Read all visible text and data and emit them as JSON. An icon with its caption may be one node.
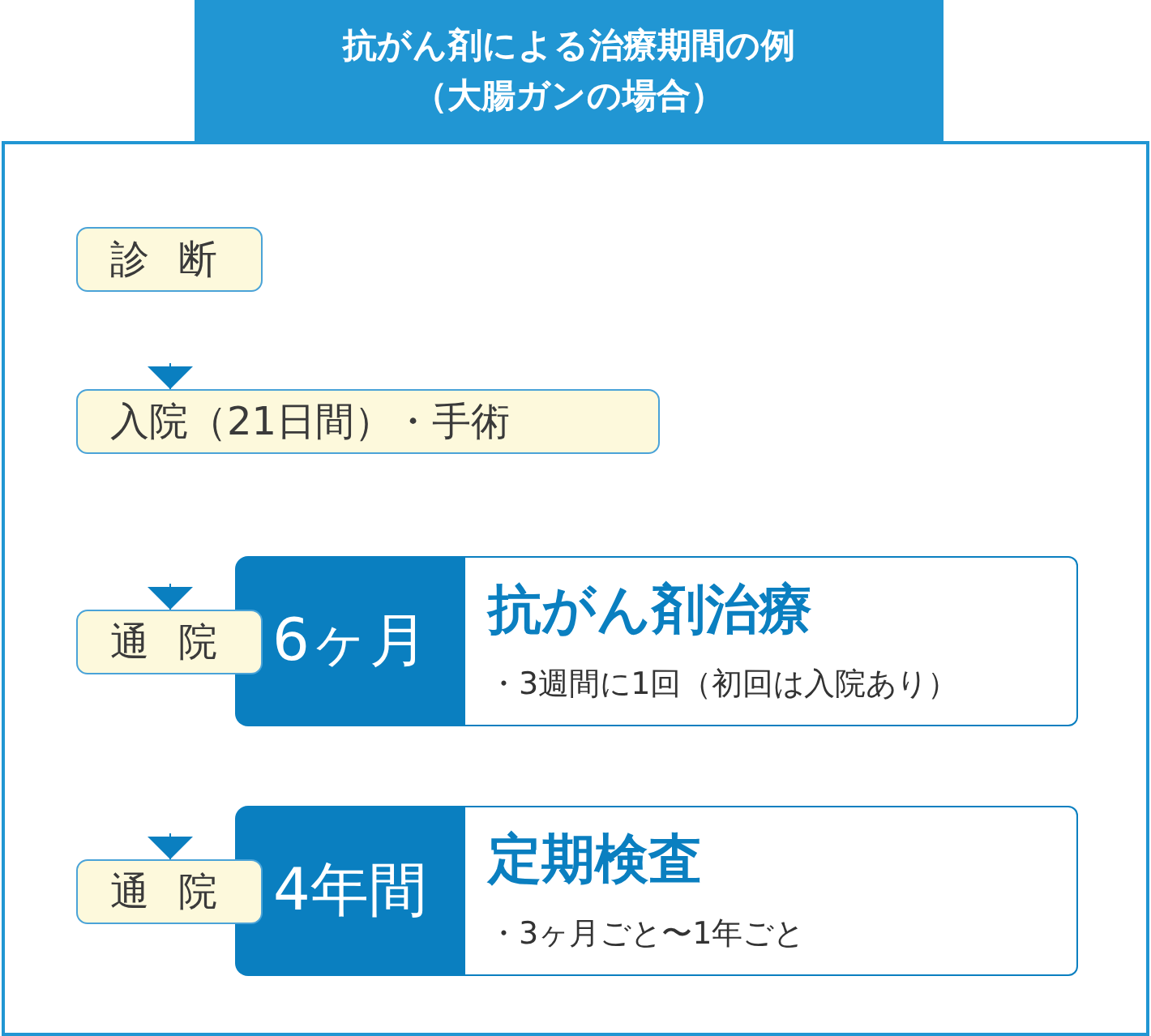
{
  "diagram": {
    "title": "抗がん剤による治療期間の例（大腸ガンの場合）",
    "nodes": [
      {
        "text": [
          "診断"
        ]
      },
      {
        "text": [
          "入院（21日間）・手術"
        ]
      },
      {
        "text": [
          "通院"
        ]
      },
      {
        "text": [
          "6ヶ月"
        ]
      },
      {
        "text": [
          "抗がん剤治療",
          "・3週間に1回（初回は入院あり）"
        ]
      },
      {
        "text": [
          "通院"
        ]
      },
      {
        "text": [
          "4年間"
        ]
      },
      {
        "text": [
          "定期検査",
          "・3ヶ月ごと〜1年ごと"
        ]
      }
    ],
    "edges": [
      {
        "from": null,
        "to": 1,
        "arrow": "to"
      },
      {
        "from": null,
        "to": 2,
        "arrow": "to"
      },
      {
        "from": null,
        "to": 5,
        "arrow": "to"
      }
    ]
  }
}
